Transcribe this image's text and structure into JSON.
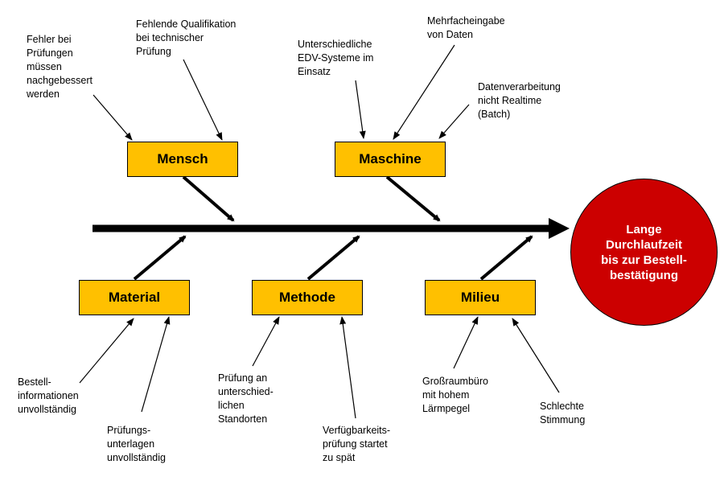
{
  "diagram": {
    "type": "ishikawa-fishbone",
    "effect": {
      "label": "Lange\nDurchlaufzeit\nbis zur Bestell-\nbestätigung",
      "color": "#CC0000"
    },
    "category_color": "#FFC000",
    "categories": [
      {
        "id": "mensch",
        "label": "Mensch",
        "side": "top",
        "causes": [
          "Fehler bei\nPrüfungen\nmüssen\nnachgebessert\nwerden",
          "Fehlende Qualifikation\nbei technischer\nPrüfung"
        ]
      },
      {
        "id": "maschine",
        "label": "Maschine",
        "side": "top",
        "causes": [
          "Unterschiedliche\nEDV-Systeme im\nEinsatz",
          "Mehrfacheingabe\nvon Daten",
          "Datenverarbeitung\nnicht Realtime\n(Batch)"
        ]
      },
      {
        "id": "material",
        "label": "Material",
        "side": "bottom",
        "causes": [
          "Bestell-\ninformationen\nunvollständig",
          "Prüfungs-\nunterlagen\nunvollständig"
        ]
      },
      {
        "id": "methode",
        "label": "Methode",
        "side": "bottom",
        "causes": [
          "Prüfung an\nunterschied-\nlichen\nStandorten",
          "Verfügbarkeits-\nprüfung startet\nzu spät"
        ]
      },
      {
        "id": "milieu",
        "label": "Milieu",
        "side": "bottom",
        "causes": [
          "Großraumbüro\nmit hohem\nLärmpegel",
          "Schlechte\nStimmung"
        ]
      }
    ]
  }
}
